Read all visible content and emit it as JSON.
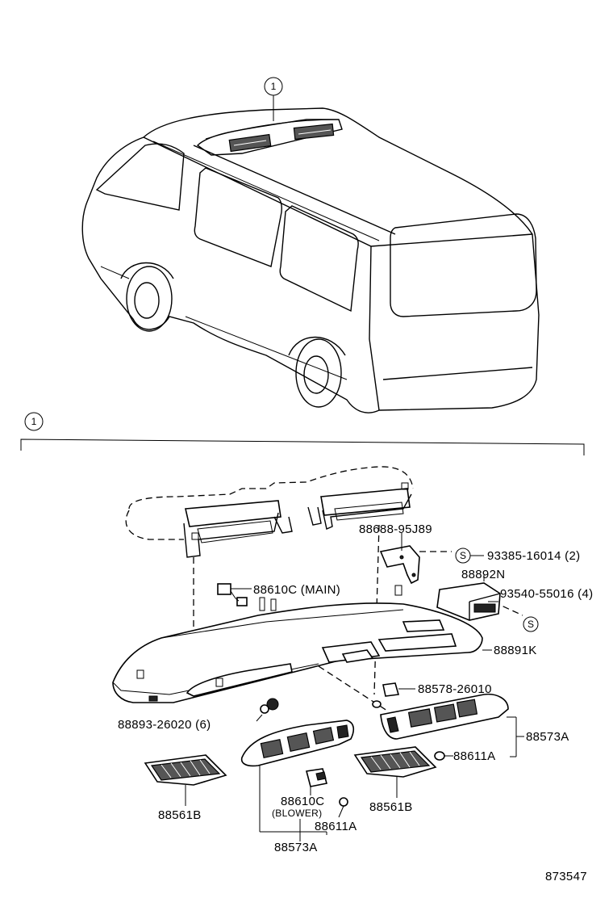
{
  "callout": {
    "number": "1"
  },
  "parts": {
    "bracket": "88688-95J89",
    "screw_main": "93385-16014 (2)",
    "unit": "88892N",
    "screw_unit": "93540-55016 (4)",
    "switch_main": "88610C (MAIN)",
    "duct_panel": "88891K",
    "clip_small": "88578-26010",
    "clip_bulb": "88893-26020 (6)",
    "register_right": "88573A",
    "nut_right": "88611A",
    "grille_left": "88561B",
    "grille_right": "88561B",
    "switch_blower": "88610C",
    "switch_blower_note": "(BLOWER)",
    "nut_bottom": "88611A",
    "register_bottom": "88573A"
  },
  "screw_symbol": "S",
  "figure_number": "873547"
}
